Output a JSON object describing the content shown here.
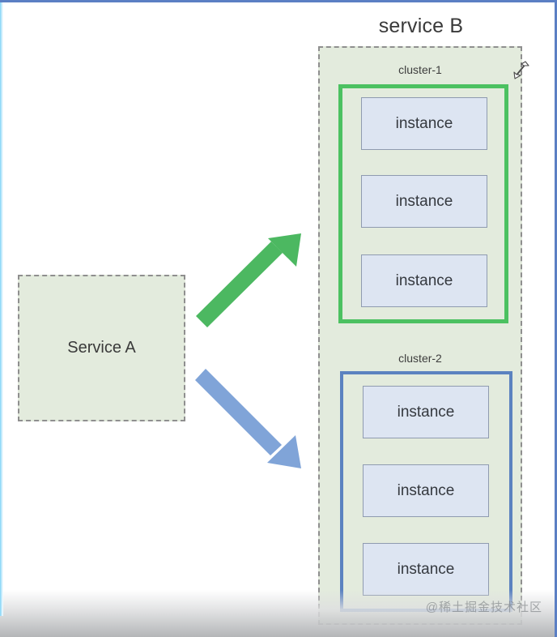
{
  "diagram": {
    "title": "service B",
    "service_a": {
      "label": "Service A"
    },
    "clusters": [
      {
        "label": "cluster-1",
        "accent_color": "#4cc161",
        "instances": [
          {
            "label": "instance"
          },
          {
            "label": "instance"
          },
          {
            "label": "instance"
          }
        ]
      },
      {
        "label": "cluster-2",
        "accent_color": "#5b82c0",
        "instances": [
          {
            "label": "instance"
          },
          {
            "label": "instance"
          },
          {
            "label": "instance"
          }
        ]
      }
    ],
    "arrows": [
      {
        "name": "service-a-to-cluster-1",
        "color": "#4cb861",
        "direction": "up-right"
      },
      {
        "name": "service-a-to-cluster-2",
        "color": "#80a4d8",
        "direction": "down-right"
      }
    ],
    "colors": {
      "container_fill": "#e3ebdd",
      "instance_fill": "#dde5f2",
      "instance_border": "#8f9bb0",
      "dashed_border": "#8f8f8f",
      "frame_blue": "#5b7fc4"
    }
  },
  "cursor": {
    "name": "resize-diagonal-cursor"
  },
  "watermark": {
    "text": "@稀土掘金技术社区"
  }
}
